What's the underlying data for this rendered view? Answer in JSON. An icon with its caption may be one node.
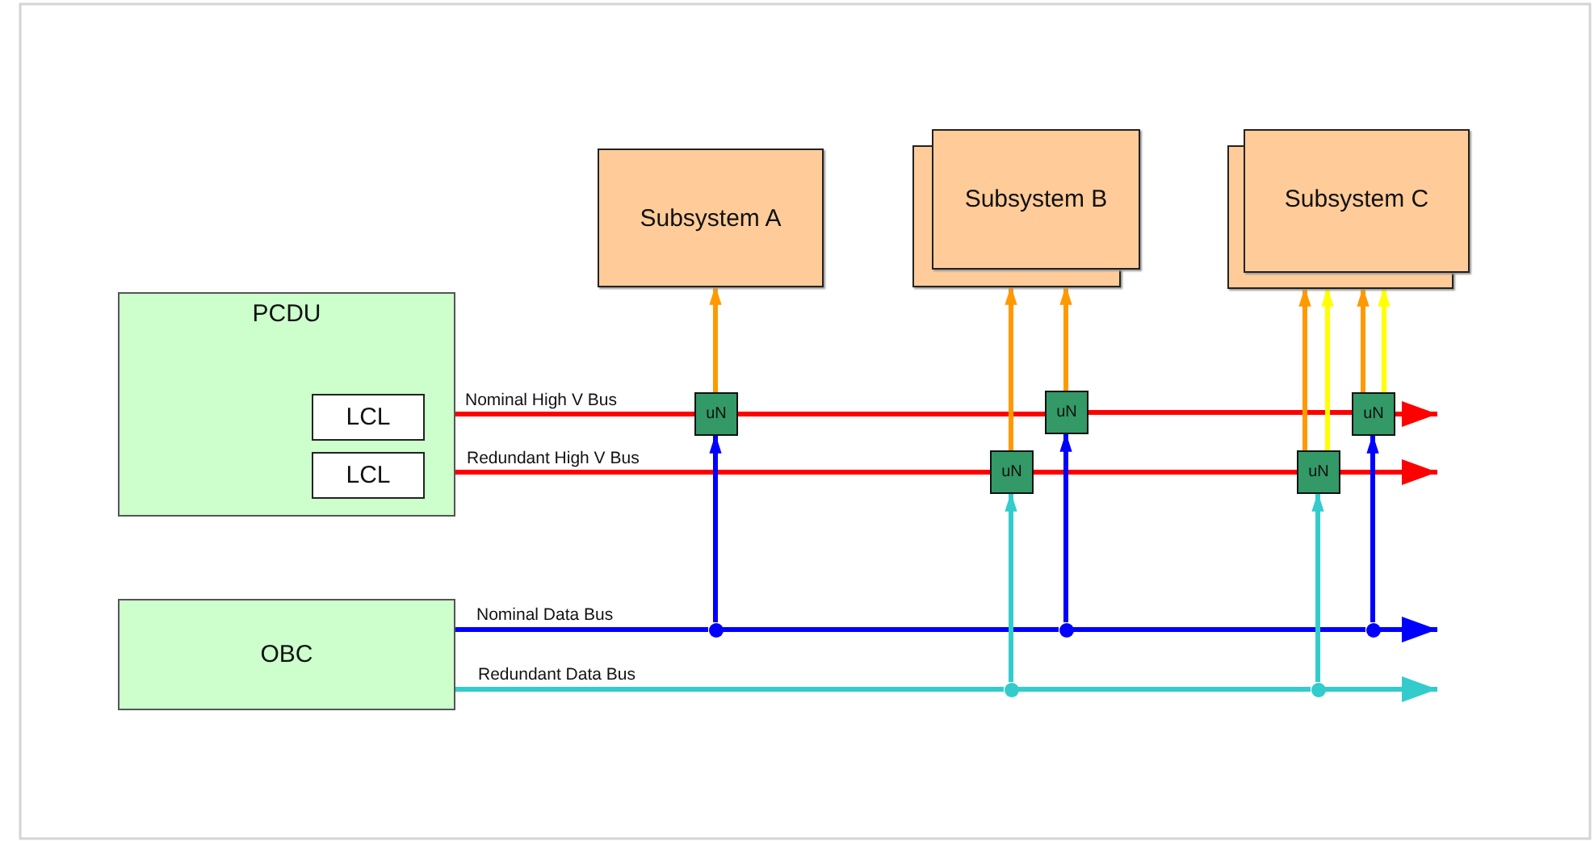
{
  "diagram": {
    "nodes": [
      {
        "text": [
          "Subsystem A"
        ]
      },
      {
        "text": [
          "Subsystem B"
        ]
      },
      {
        "text": [
          "Subsystem C"
        ]
      },
      {
        "text": [
          "PCDU"
        ]
      },
      {
        "text": [
          "LCL"
        ],
        "in": 3
      },
      {
        "text": [
          "LCL"
        ],
        "in": 3
      },
      {
        "text": [
          "uN"
        ]
      },
      {
        "text": [
          "uN"
        ]
      },
      {
        "text": [
          "uN"
        ]
      },
      {
        "text": [
          "uN"
        ]
      },
      {
        "text": [
          "uN"
        ]
      },
      {
        "text": [
          "OBC"
        ]
      },
      {
        "text": [],
        "shape": "circle"
      },
      {
        "text": [],
        "shape": "circle"
      },
      {
        "text": [],
        "shape": "circle"
      },
      {
        "text": [],
        "shape": "circle"
      },
      {
        "text": [],
        "shape": "circle"
      }
    ],
    "edges": [
      {
        "from": 4,
        "to": 6,
        "arrow": "none",
        "label": "Nominal High V Bus",
        "color": "#ff0000"
      },
      {
        "from": 6,
        "to": 7,
        "arrow": "none",
        "color": "#ff0000"
      },
      {
        "from": 7,
        "to": 8,
        "arrow": "none",
        "color": "#ff0000"
      },
      {
        "from": 8,
        "to": null,
        "arrow": "to",
        "color": "#ff0000"
      },
      {
        "from": 5,
        "to": 9,
        "arrow": "none",
        "label": "Redundant High V Bus",
        "color": "#ff0000"
      },
      {
        "from": 9,
        "to": 10,
        "arrow": "none",
        "color": "#ff0000"
      },
      {
        "from": 10,
        "to": null,
        "arrow": "to",
        "color": "#ff0000"
      },
      {
        "from": 11,
        "to": 12,
        "arrow": "none",
        "label": "Nominal Data Bus",
        "color": "#0000ff"
      },
      {
        "from": 12,
        "to": 13,
        "arrow": "none",
        "color": "#0000ff"
      },
      {
        "from": 13,
        "to": 14,
        "arrow": "none",
        "color": "#0000ff"
      },
      {
        "from": 14,
        "to": null,
        "arrow": "to",
        "color": "#0000ff"
      },
      {
        "from": 12,
        "to": 6,
        "arrow": "to",
        "color": "#0000ff"
      },
      {
        "from": 13,
        "to": 7,
        "arrow": "to",
        "color": "#0000ff"
      },
      {
        "from": 14,
        "to": 8,
        "arrow": "to",
        "color": "#0000ff"
      },
      {
        "from": 11,
        "to": 15,
        "arrow": "none",
        "label": "Redundant Data Bus",
        "color": "#33cccc"
      },
      {
        "from": 15,
        "to": 16,
        "arrow": "none",
        "color": "#33cccc"
      },
      {
        "from": 16,
        "to": null,
        "arrow": "to",
        "color": "#33cccc"
      },
      {
        "from": 15,
        "to": 9,
        "arrow": "to",
        "color": "#33cccc"
      },
      {
        "from": 16,
        "to": 10,
        "arrow": "to",
        "color": "#33cccc"
      },
      {
        "from": 6,
        "to": 0,
        "arrow": "to",
        "color": "#ff9900"
      },
      {
        "from": 9,
        "to": 1,
        "arrow": "to",
        "color": "#ff9900"
      },
      {
        "from": 7,
        "to": 1,
        "arrow": "to",
        "color": "#ff9900"
      },
      {
        "from": 10,
        "to": 2,
        "arrow": "to",
        "color": "#ff9900"
      },
      {
        "from": 10,
        "to": 2,
        "arrow": "to",
        "color": "#ffff00"
      },
      {
        "from": 8,
        "to": 2,
        "arrow": "to",
        "color": "#ff9900"
      },
      {
        "from": 8,
        "to": 2,
        "arrow": "to",
        "color": "#ffff00"
      }
    ]
  }
}
